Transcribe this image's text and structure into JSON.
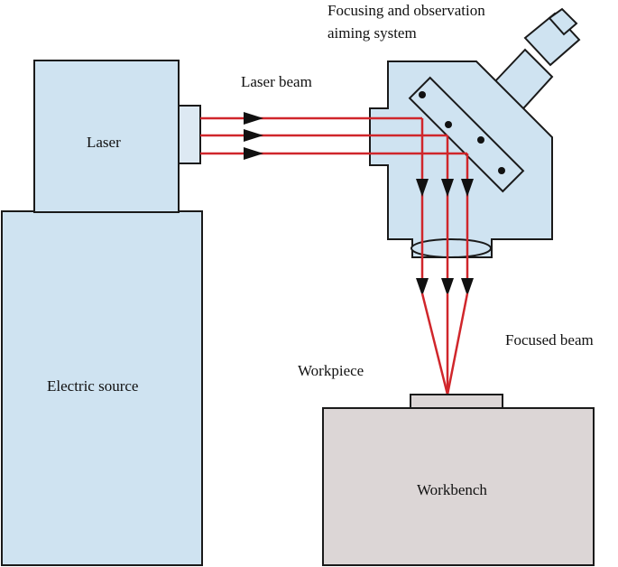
{
  "labels": {
    "focusing_line1": "Focusing and observation",
    "focusing_line2": "aiming system",
    "laser_beam": "Laser beam",
    "laser": "Laser",
    "electric_source": "Electric source",
    "focused_beam": "Focused beam",
    "workpiece": "Workpiece",
    "workbench": "Workbench"
  },
  "colors": {
    "unit_fill": "#cfe3f1",
    "workbench_fill": "#dcd6d6",
    "beam": "#d0262b",
    "outline": "#1a1a1a"
  },
  "icons": [
    "laser-head-unit",
    "power-supply-unit",
    "focusing-head",
    "eyepiece",
    "mirror",
    "lens",
    "workpiece",
    "workbench"
  ]
}
